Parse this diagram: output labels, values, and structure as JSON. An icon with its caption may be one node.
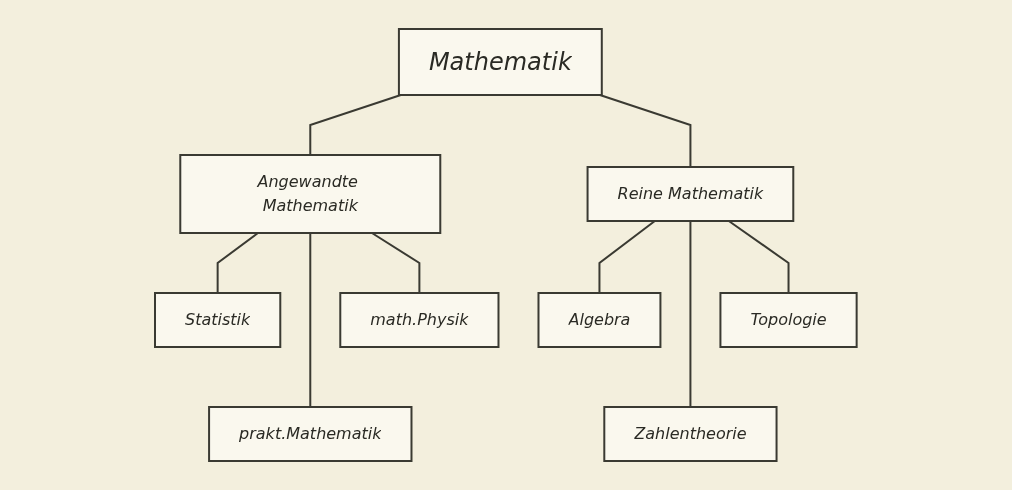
{
  "diagram": {
    "nodes": [
      {
        "text": [
          "Mathematik"
        ]
      },
      {
        "text": [
          "Angewandte Mathematik"
        ]
      },
      {
        "text": [
          "Reine Mathematik"
        ]
      },
      {
        "text": [
          "Statistik"
        ]
      },
      {
        "text": [
          "math.Physik"
        ]
      },
      {
        "text": [
          "Algebra"
        ]
      },
      {
        "text": [
          "Topologie"
        ]
      },
      {
        "text": [
          "prakt.Mathematik"
        ]
      },
      {
        "text": [
          "Zahlentheorie"
        ]
      }
    ],
    "edges": [
      {
        "from": 0,
        "to": 1,
        "arrow": "none"
      },
      {
        "from": 0,
        "to": 2,
        "arrow": "none"
      },
      {
        "from": 1,
        "to": 3,
        "arrow": "none"
      },
      {
        "from": 1,
        "to": 7,
        "arrow": "none"
      },
      {
        "from": 1,
        "to": 4,
        "arrow": "none"
      },
      {
        "from": 2,
        "to": 5,
        "arrow": "none"
      },
      {
        "from": 2,
        "to": 8,
        "arrow": "none"
      },
      {
        "from": 2,
        "to": 6,
        "arrow": "none"
      }
    ]
  }
}
